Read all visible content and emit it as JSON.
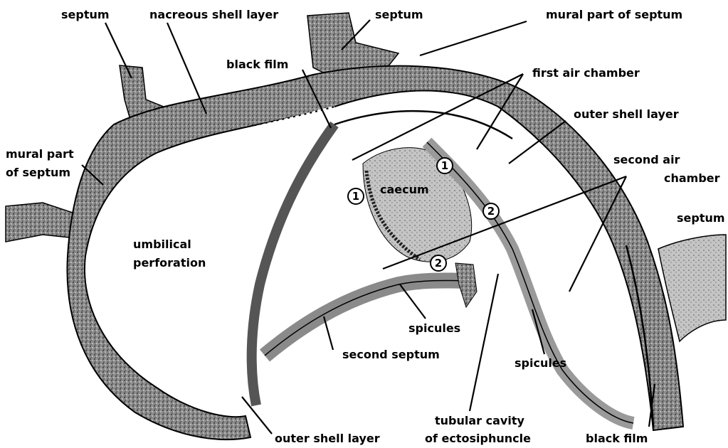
{
  "labels": {
    "septum_top_left": "septum",
    "nacreous_shell_layer": "nacreous shell layer",
    "septum_top_mid": "septum",
    "mural_part_of_septum_top": "mural part of septum",
    "black_film_top": "black film",
    "first_air_chamber": "first air chamber",
    "outer_shell_layer_right": "outer shell layer",
    "mural_part_left_1": "mural part",
    "mural_part_left_2": "of septum",
    "second_air_chamber_1": "second air",
    "second_air_chamber_2": "chamber",
    "caecum": "caecum",
    "septum_right": "septum",
    "umbilical_1": "umbilical",
    "umbilical_2": "perforation",
    "spicules_mid": "spicules",
    "second_septum": "second septum",
    "spicules_right": "spicules",
    "tubular_1": "tubular cavity",
    "tubular_2": "of ectosiphuncle",
    "outer_shell_layer_bottom": "outer shell layer",
    "black_film_bottom": "black film"
  },
  "markers": {
    "m1_left": "1",
    "m1_right": "1",
    "m2_right": "2",
    "m2_bottom": "2"
  },
  "colors": {
    "ink": "#000000",
    "shell": "#6f6f6f",
    "shell_dark": "#3a3a3a",
    "stipple": "#9a9a9a",
    "paper": "#ffffff"
  }
}
